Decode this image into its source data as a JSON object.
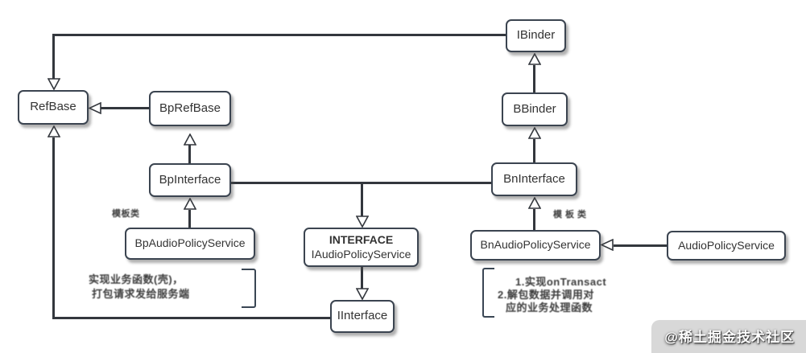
{
  "diagram": {
    "title_hint": "Binder class inheritance diagram (AudioPolicyService family)",
    "nodes": [
      {
        "id": "ibinder",
        "label": "IBinder"
      },
      {
        "id": "bbinder",
        "label": "BBinder"
      },
      {
        "id": "bninterface",
        "label": "BnInterface"
      },
      {
        "id": "refbase",
        "label": "RefBase"
      },
      {
        "id": "bprefbase",
        "label": "BpRefBase"
      },
      {
        "id": "bpinterface",
        "label": "BpInterface"
      },
      {
        "id": "bpaudiopolicyservice",
        "label": "BpAudioPolicyService"
      },
      {
        "id": "iaudiopolicyservice",
        "label": "INTERFACE",
        "label2": "IAudioPolicyService"
      },
      {
        "id": "iinterface",
        "label": "IInterface"
      },
      {
        "id": "bnaudiopolicyservice",
        "label": "BnAudioPolicyService"
      },
      {
        "id": "audiopolicyservice",
        "label": "AudioPolicyService"
      }
    ],
    "annotations": {
      "template_note_left": "模板类",
      "template_note_right": "模板类",
      "bp_note": [
        "实现业务函数(壳)，",
        "打包请求发给服务端"
      ],
      "bn_note": [
        "1.实现onTransact",
        "2.解包数据并调用对",
        "应的业务处理函数"
      ]
    },
    "colors": {
      "line": "#33373d",
      "box_border": "#3b4450",
      "box_fill": "#ffffff",
      "text": "#333333",
      "bracket": "#3a4654"
    }
  },
  "watermark": {
    "text": "@稀土掘金技术社区"
  }
}
